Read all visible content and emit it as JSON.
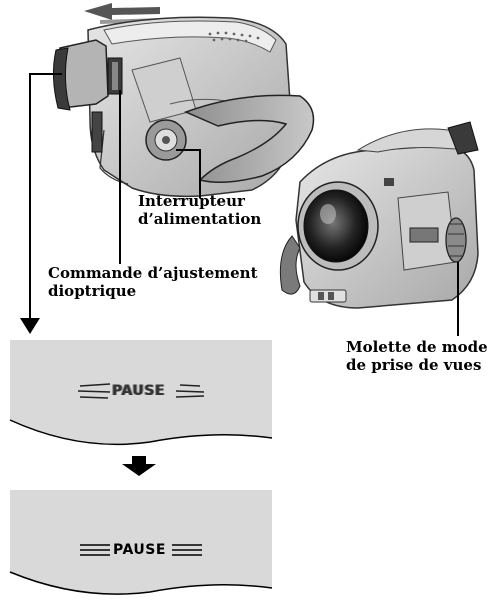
{
  "labels": {
    "interrupteur_line1": "Interrupteur",
    "interrupteur_line2": "d’alimentation",
    "commande_line1": "Commande d’ajustement",
    "commande_line2": "dioptrique",
    "molette_line1": "Molette de mode",
    "molette_line2": "de prise de vues"
  },
  "screens": {
    "top_text": "PAUSE",
    "bottom_text": "PAUSE"
  },
  "colors": {
    "panel_fill": "#d9d9d9",
    "ink": "#000000",
    "camera_body": "#c8c8c8",
    "camera_dark": "#4a4a4a"
  }
}
